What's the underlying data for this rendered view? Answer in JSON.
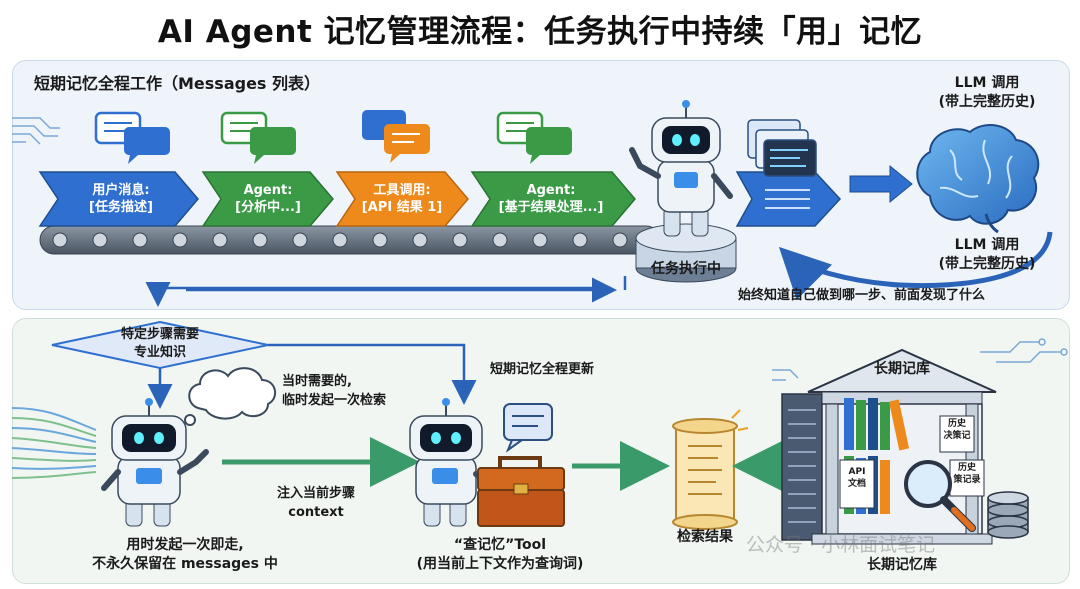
{
  "title": "AI Agent 记忆管理流程：任务执行中持续「用」记忆",
  "top": {
    "heading": "短期记忆全程工作（Messages 列表）",
    "steps": [
      {
        "line1": "用户消息:",
        "line2": "[任务描述]",
        "color": "#2f6fd0"
      },
      {
        "line1": "Agent:",
        "line2": "[分析中...]",
        "color": "#3a9a46"
      },
      {
        "line1": "工具调用:",
        "line2": "[API 结果 1]",
        "color": "#ee8a1c"
      },
      {
        "line1": "Agent:",
        "line2": "[基于结果处理...]",
        "color": "#3a9a46"
      }
    ],
    "robot_label": "任务执行中",
    "llm_label_top": {
      "line1": "LLM 调用",
      "line2": "(带上完整历史)"
    },
    "llm_label_bottom": {
      "line1": "LLM 调用",
      "line2": "(带上完整历史)"
    },
    "loop_caption": "始终知道自己做到哪一步、前面发现了什么"
  },
  "bottom": {
    "decision": {
      "line1": "特定步骤需要",
      "line2": "专业知识"
    },
    "thought": {
      "line1": "当时需要的,",
      "line2": "临时发起一次检索"
    },
    "inject": {
      "line1": "注入当前步骤",
      "line2": "context"
    },
    "robot_caption": {
      "line1": "用时发起一次即走,",
      "line2": "不永久保留在 messages 中"
    },
    "short_update": "短期记忆全程更新",
    "tool_caption": {
      "line1": "“查记忆”Tool",
      "line2": "(用当前上下文作为查询词)"
    },
    "result": "检索结果",
    "library_title": "长期记库",
    "library_caption": "长期记忆库",
    "book_labels": [
      "历史\n决策记",
      "API\n文档",
      "历史\n策记录"
    ],
    "watermark": "公众号 · 小林面试笔记"
  },
  "colors": {
    "blue": "#2f6fd0",
    "green": "#3a9a46",
    "orange": "#ee8a1c",
    "navy": "#1f4e8c"
  }
}
